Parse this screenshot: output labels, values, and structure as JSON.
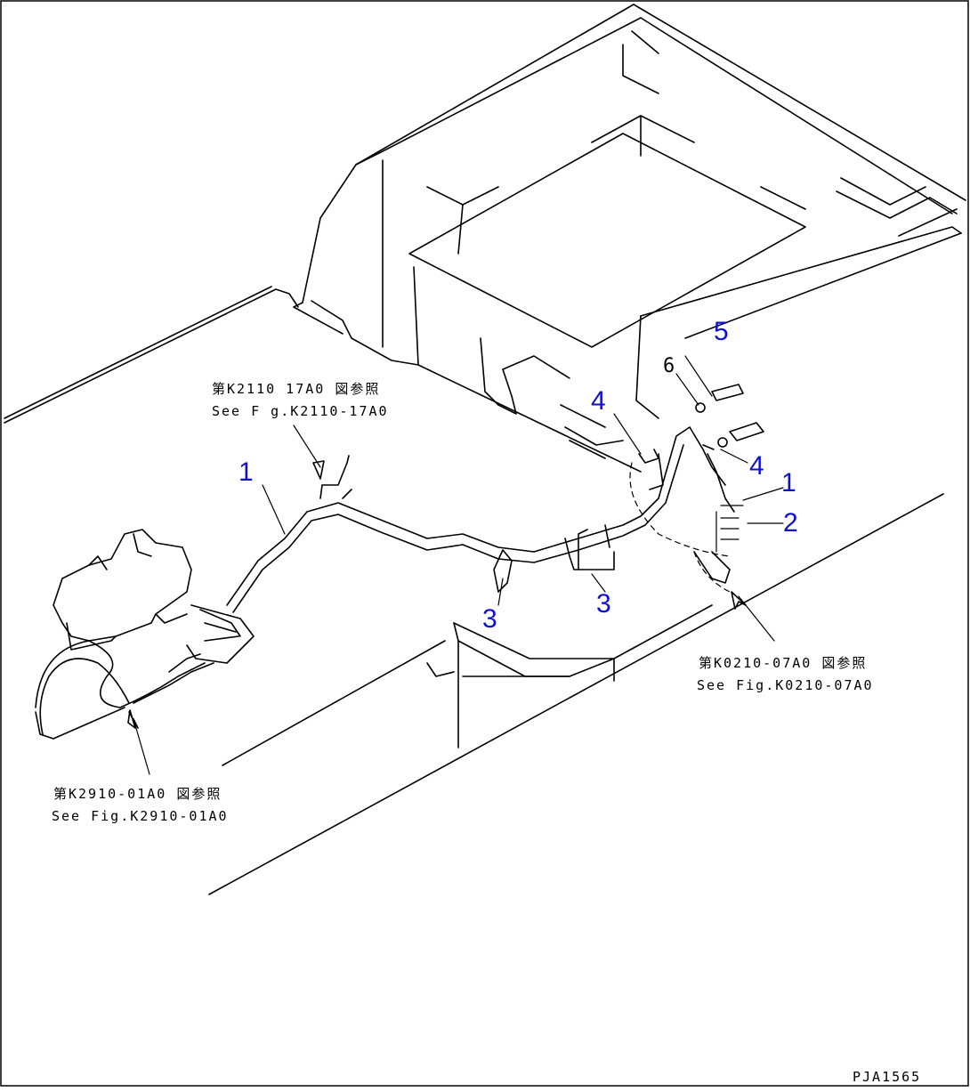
{
  "colors": {
    "callout": "#1010d0",
    "line": "#000000",
    "paper": "#ffffff"
  },
  "callouts": {
    "c1_left": "1",
    "c1_right": "1",
    "c2": "2",
    "c3_left": "3",
    "c3_right": "3",
    "c4_left": "4",
    "c4_right": "4",
    "c5": "5",
    "c6": "6"
  },
  "references": {
    "ref_top": {
      "jp": "第K2110 17A0 図参照",
      "en": "See F g.K2110-17A0"
    },
    "ref_right": {
      "jp": "第K0210-07A0 図参照",
      "en": "See Fig.K0210-07A0"
    },
    "ref_left": {
      "jp": "第K2910-01A0 図参照",
      "en": "See Fig.K2910-01A0"
    }
  },
  "drawing_code": "PJA1565"
}
